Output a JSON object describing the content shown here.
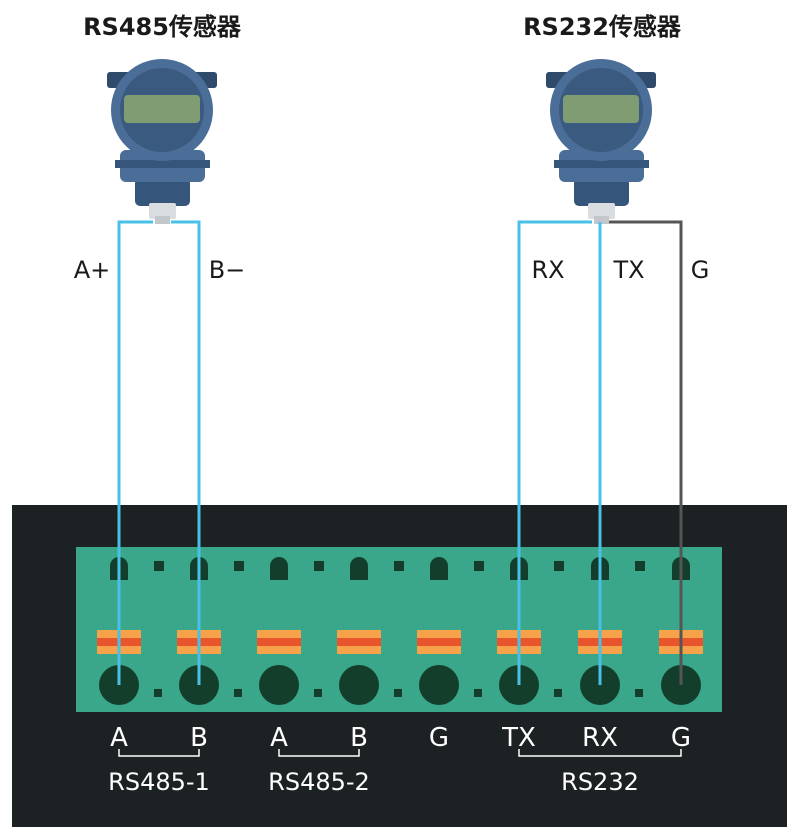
{
  "sensors": [
    {
      "title": "RS485传感器",
      "wire_labels": [
        "A+",
        "B−"
      ]
    },
    {
      "title": "RS232传感器",
      "wire_labels": [
        "RX",
        "TX",
        "G"
      ]
    }
  ],
  "terminals": [
    "A",
    "B",
    "A",
    "B",
    "G",
    "TX",
    "RX",
    "G"
  ],
  "groups": [
    "RS485-1",
    "RS485-2",
    "RS232"
  ],
  "colors": {
    "wire_blue": "#48c0e8",
    "wire_gray": "#555555",
    "board": "#1c2124",
    "terminal_block": "#3aa68a",
    "terminal_screw": "#133e2c",
    "spring_orange": "#f5a24a",
    "spring_red": "#e8542b",
    "sensor_blue": "#3f5f86",
    "sensor_display": "#7f9c72"
  },
  "icons": [
    "pressure-transmitter-icon",
    "terminal-screw-icon",
    "terminal-spring-icon"
  ]
}
